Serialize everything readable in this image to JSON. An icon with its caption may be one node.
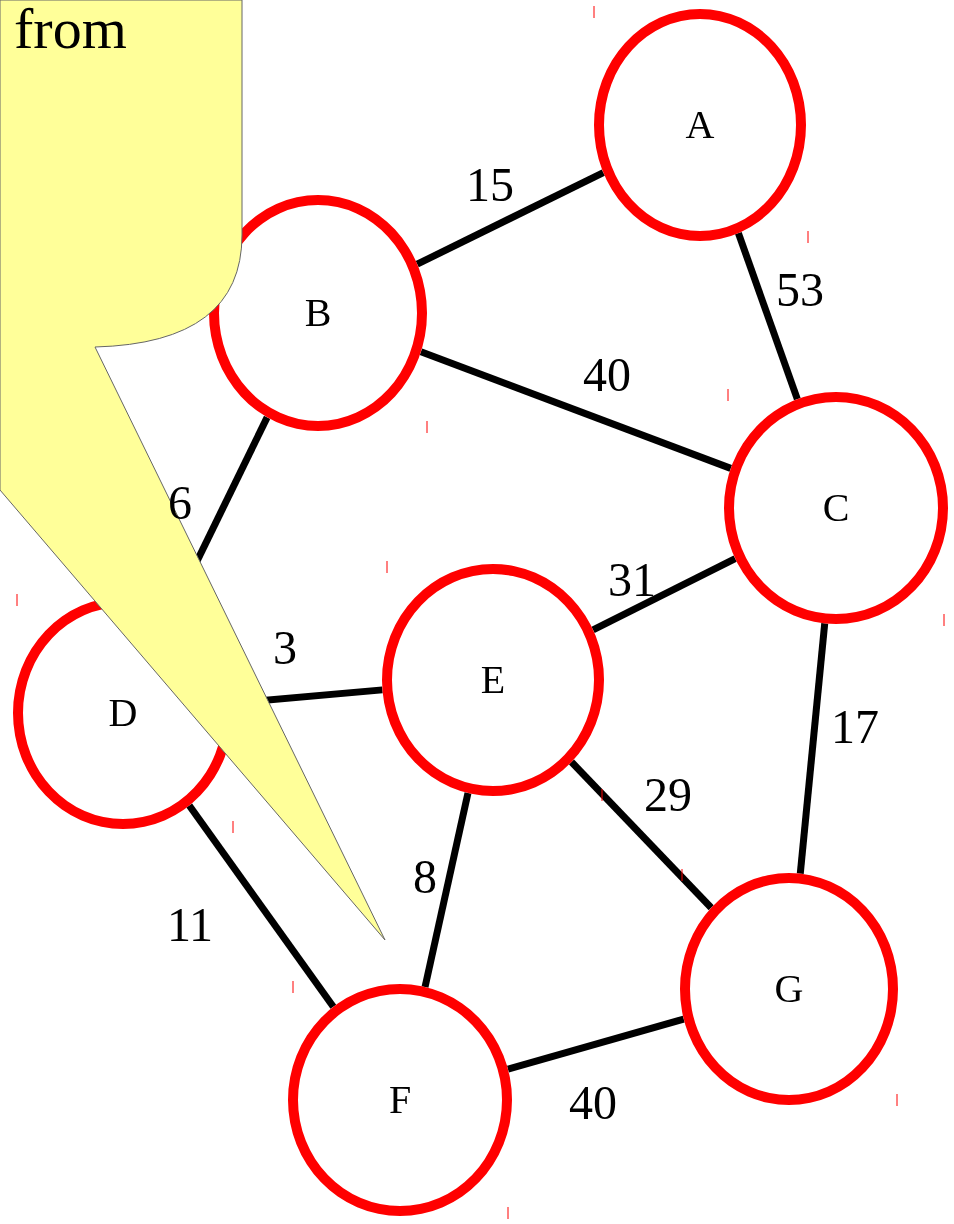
{
  "diagram": {
    "nodes": [
      {
        "text": [
          "from"
        ]
      },
      {
        "text": [
          "A"
        ]
      },
      {
        "text": [
          "B"
        ]
      },
      {
        "text": [
          "C"
        ]
      },
      {
        "text": [
          "D"
        ]
      },
      {
        "text": [
          "E"
        ]
      },
      {
        "text": [
          "F"
        ]
      },
      {
        "text": [
          "G"
        ]
      }
    ],
    "edges": [
      {
        "from": 2,
        "to": 1,
        "arrow": "none",
        "label": "15"
      },
      {
        "from": 1,
        "to": 3,
        "arrow": "none",
        "label": "53"
      },
      {
        "from": 2,
        "to": 3,
        "arrow": "none",
        "label": "40"
      },
      {
        "from": 2,
        "to": 4,
        "arrow": "none",
        "label": "6"
      },
      {
        "from": 4,
        "to": 5,
        "arrow": "none",
        "label": "3"
      },
      {
        "from": 5,
        "to": 3,
        "arrow": "none",
        "label": "31"
      },
      {
        "from": 3,
        "to": 7,
        "arrow": "none",
        "label": "17"
      },
      {
        "from": 5,
        "to": 7,
        "arrow": "none",
        "label": "29"
      },
      {
        "from": 5,
        "to": 6,
        "arrow": "none",
        "label": "8"
      },
      {
        "from": 4,
        "to": 6,
        "arrow": "none",
        "label": "11"
      },
      {
        "from": 6,
        "to": 7,
        "arrow": "none",
        "label": "40"
      }
    ]
  }
}
